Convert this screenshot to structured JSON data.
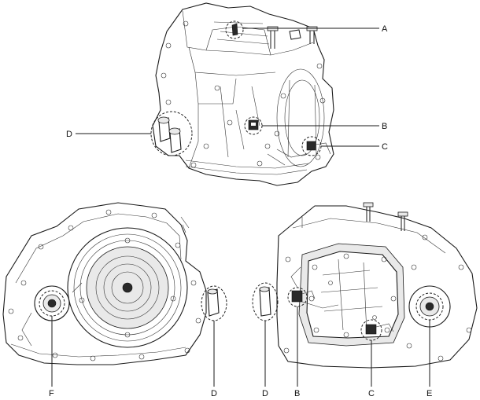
{
  "callouts": {
    "a": "A",
    "b": "B",
    "c": "C",
    "d": "D",
    "e": "E",
    "f": "F"
  },
  "colors": {
    "line": "#1a1a1a",
    "background": "#ffffff"
  }
}
